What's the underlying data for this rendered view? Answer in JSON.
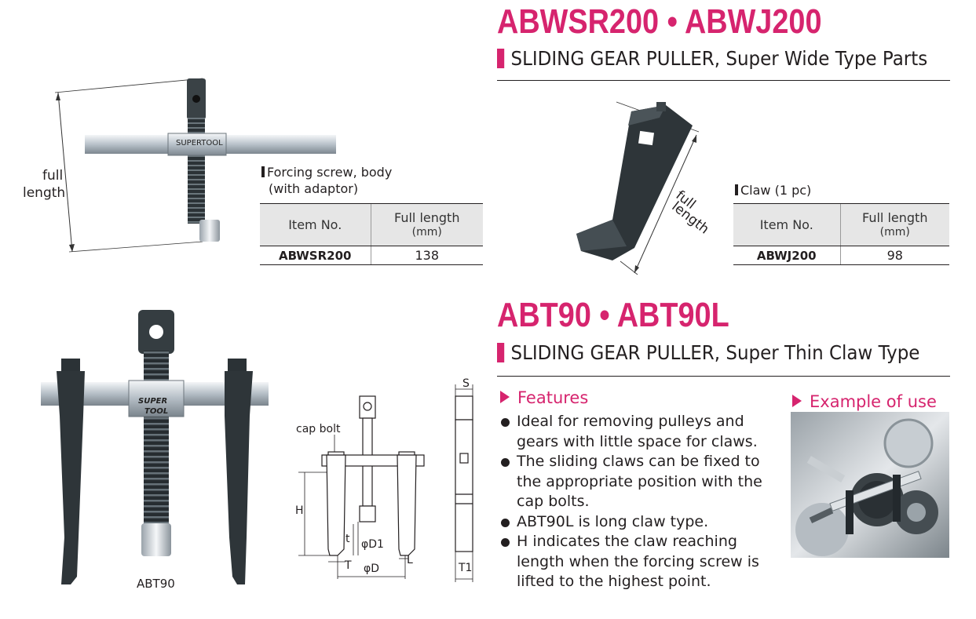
{
  "section1": {
    "title": "ABWSR200 • ABWJ200",
    "subtitle": "SLIDING GEAR PULLER, Super Wide Type Parts"
  },
  "forcing_screw": {
    "caption_line1": "Forcing screw, body",
    "caption_line2": "(with adaptor)",
    "header_item": "Item No.",
    "header_length_line1": "Full length",
    "header_length_line2": "(mm)",
    "item": "ABWSR200",
    "length": "138",
    "dim_label_line1": "full",
    "dim_label_line2": "length",
    "brand": "SUPERTOOL"
  },
  "claw": {
    "caption": "Claw (1 pc)",
    "header_item": "Item No.",
    "header_length_line1": "Full length",
    "header_length_line2": "(mm)",
    "item": "ABWJ200",
    "length": "98",
    "dim_label_line1": "full",
    "dim_label_line2": "length"
  },
  "section2": {
    "title": "ABT90 • ABT90L",
    "subtitle": "SLIDING GEAR PULLER, Super Thin Claw Type"
  },
  "puller_photo": {
    "caption": "ABT90",
    "brand_line1": "SUPER",
    "brand_line2": "TOOL"
  },
  "diagram": {
    "cap_bolt": "cap bolt",
    "H": "H",
    "t": "t",
    "D1": "φD1",
    "T": "T",
    "D": "φD",
    "L": "L",
    "S": "S",
    "T1": "T1"
  },
  "features": {
    "heading": "Features",
    "items": [
      "Ideal for removing pulleys and gears with little space for claws.",
      "The sliding claws can be fixed to the appropriate position with the cap bolts.",
      "ABT90L is long claw type.",
      "H indicates the claw reaching length when the forcing screw is lifted to the highest point."
    ]
  },
  "example": {
    "heading": "Example of use"
  },
  "colors": {
    "accent": "#d6246e",
    "text": "#231f20",
    "table_header_bg": "#e6e6e6"
  }
}
